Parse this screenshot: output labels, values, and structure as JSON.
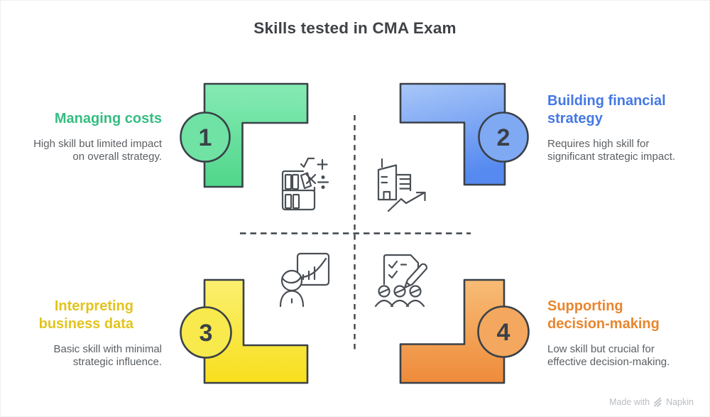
{
  "title": "Skills tested in CMA Exam",
  "outline_color": "#3a4148",
  "number_color": "#3a4148",
  "dash_color": "#3d4349",
  "quadrants": {
    "q1": {
      "number": "1",
      "title": "Managing costs",
      "description": "High skill but limited impact on overall strategy.",
      "accent": "#34bd81",
      "fill_light": "#86ebb4",
      "fill_dark": "#4fd68a",
      "circle_fill": "#6fe2a4",
      "icon": "math-operations-icon"
    },
    "q2": {
      "number": "2",
      "title": "Building financial strategy",
      "description": "Requires high skill for significant strategic impact.",
      "accent": "#4478e4",
      "fill_light": "#a9c7f8",
      "fill_dark": "#568af0",
      "circle_fill": "#80a9f4",
      "icon": "building-growth-icon"
    },
    "q3": {
      "number": "3",
      "title": "Interpreting business data",
      "description": "Basic skill with minimal strategic influence.",
      "accent": "#e2c41d",
      "fill_light": "#fbf070",
      "fill_dark": "#f8df1d",
      "circle_fill": "#f8e94c",
      "icon": "presentation-icon"
    },
    "q4": {
      "number": "4",
      "title": "Supporting decision-making",
      "description": "Low skill but crucial for effective decision-making.",
      "accent": "#e8862e",
      "fill_light": "#f8bc76",
      "fill_dark": "#ee8b3a",
      "circle_fill": "#f3a75f",
      "icon": "team-checklist-icon"
    }
  },
  "watermark": {
    "prefix": "Made with",
    "brand": "Napkin"
  }
}
